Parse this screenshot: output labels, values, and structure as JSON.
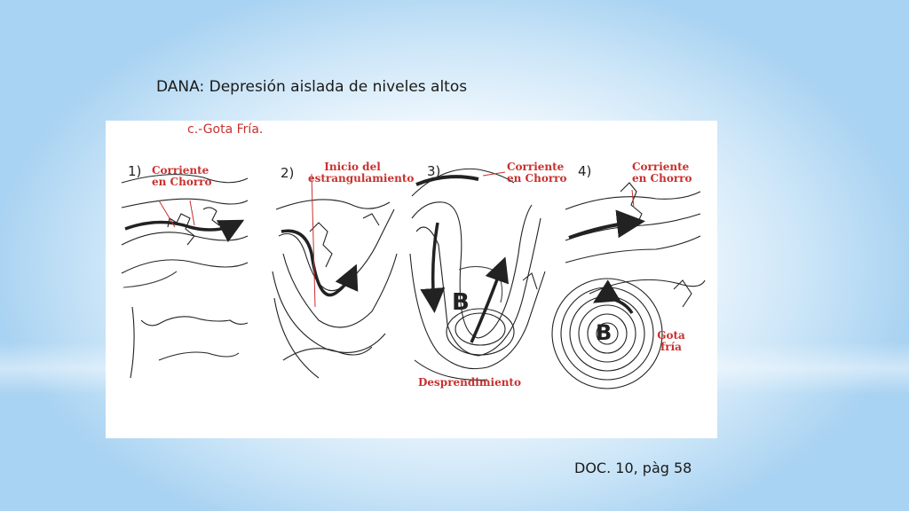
{
  "slide": {
    "title": "DANA: Depresión aislada de niveles altos",
    "reference": "DOC. 10, pàg 58"
  },
  "figure": {
    "subtitle": "c.-Gota Fría.",
    "panels": [
      {
        "number": "1)",
        "label": "Corriente en Chorro"
      },
      {
        "number": "2)",
        "label": "Inicio del estrangulamiento"
      },
      {
        "number": "3)",
        "label": "Corriente en Chorro",
        "pressure_symbol": "B",
        "bottom_label": "Desprendimiento"
      },
      {
        "number": "4)",
        "label": "Corriente en Chorro",
        "pressure_symbol": "B",
        "side_label": "Gota fría"
      }
    ],
    "label_color": "#c8312e",
    "line_color": "#222222"
  }
}
